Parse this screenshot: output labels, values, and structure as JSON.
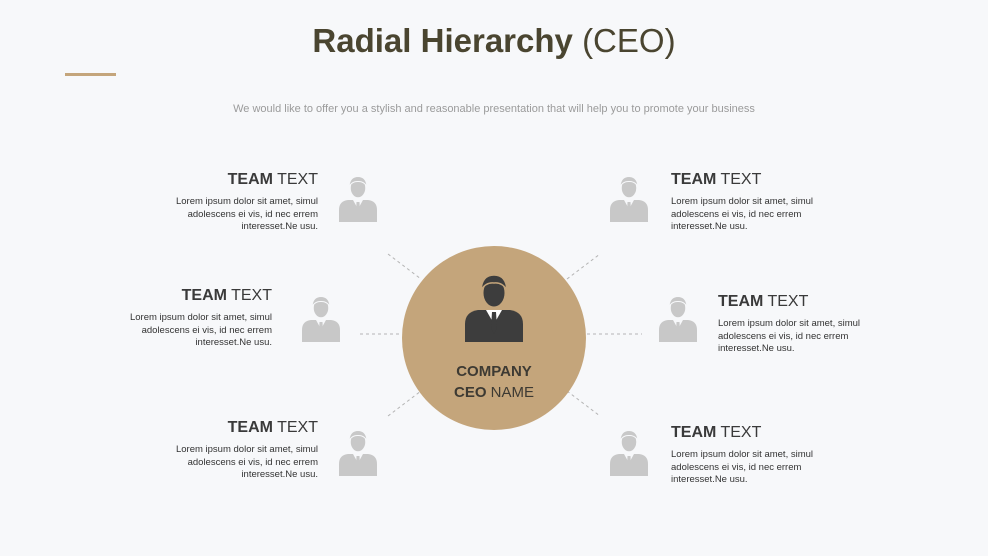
{
  "title": {
    "bold": "Radial Hierarchy",
    "normal": "(CEO)"
  },
  "subtitle": "We would like to offer you a stylish and reasonable presentation that will help you to promote your business",
  "center": {
    "line1_bold": "COMPANY",
    "line2_bold": "CEO",
    "line2_normal": "NAME"
  },
  "teams": [
    {
      "bold": "TEAM",
      "normal": "TEXT",
      "lines": [
        "Lorem ipsum dolor sit amet, simul",
        "adolescens ei vis, id nec errem",
        "interesset.Ne usu."
      ]
    },
    {
      "bold": "TEAM",
      "normal": "TEXT",
      "lines": [
        "Lorem ipsum dolor sit amet, simul",
        "adolescens ei vis, id nec errem",
        "interesset.Ne usu."
      ]
    },
    {
      "bold": "TEAM",
      "normal": "TEXT",
      "lines": [
        "Lorem ipsum dolor sit amet, simul",
        "adolescens ei vis, id nec errem",
        "interesset.Ne usu."
      ]
    },
    {
      "bold": "TEAM",
      "normal": "TEXT",
      "lines": [
        "Lorem ipsum dolor sit amet, simul",
        "adolescens ei vis, id nec errem",
        "interesset.Ne usu."
      ]
    },
    {
      "bold": "TEAM",
      "normal": "TEXT",
      "lines": [
        "Lorem ipsum dolor sit amet, simul",
        "adolescens ei vis, id nec errem",
        "interesset.Ne usu."
      ]
    },
    {
      "bold": "TEAM",
      "normal": "TEXT",
      "lines": [
        "Lorem ipsum dolor sit amet, simul",
        "adolescens ei vis, id nec errem",
        "interesset.Ne usu."
      ]
    }
  ],
  "colors": {
    "accent": "#c4a57b",
    "title": "#4a4530",
    "icon_gray": "#c8c8c8",
    "ceo_icon": "#3d3d3d"
  },
  "icons": {
    "member": "person-icon",
    "ceo": "ceo-person-icon"
  }
}
